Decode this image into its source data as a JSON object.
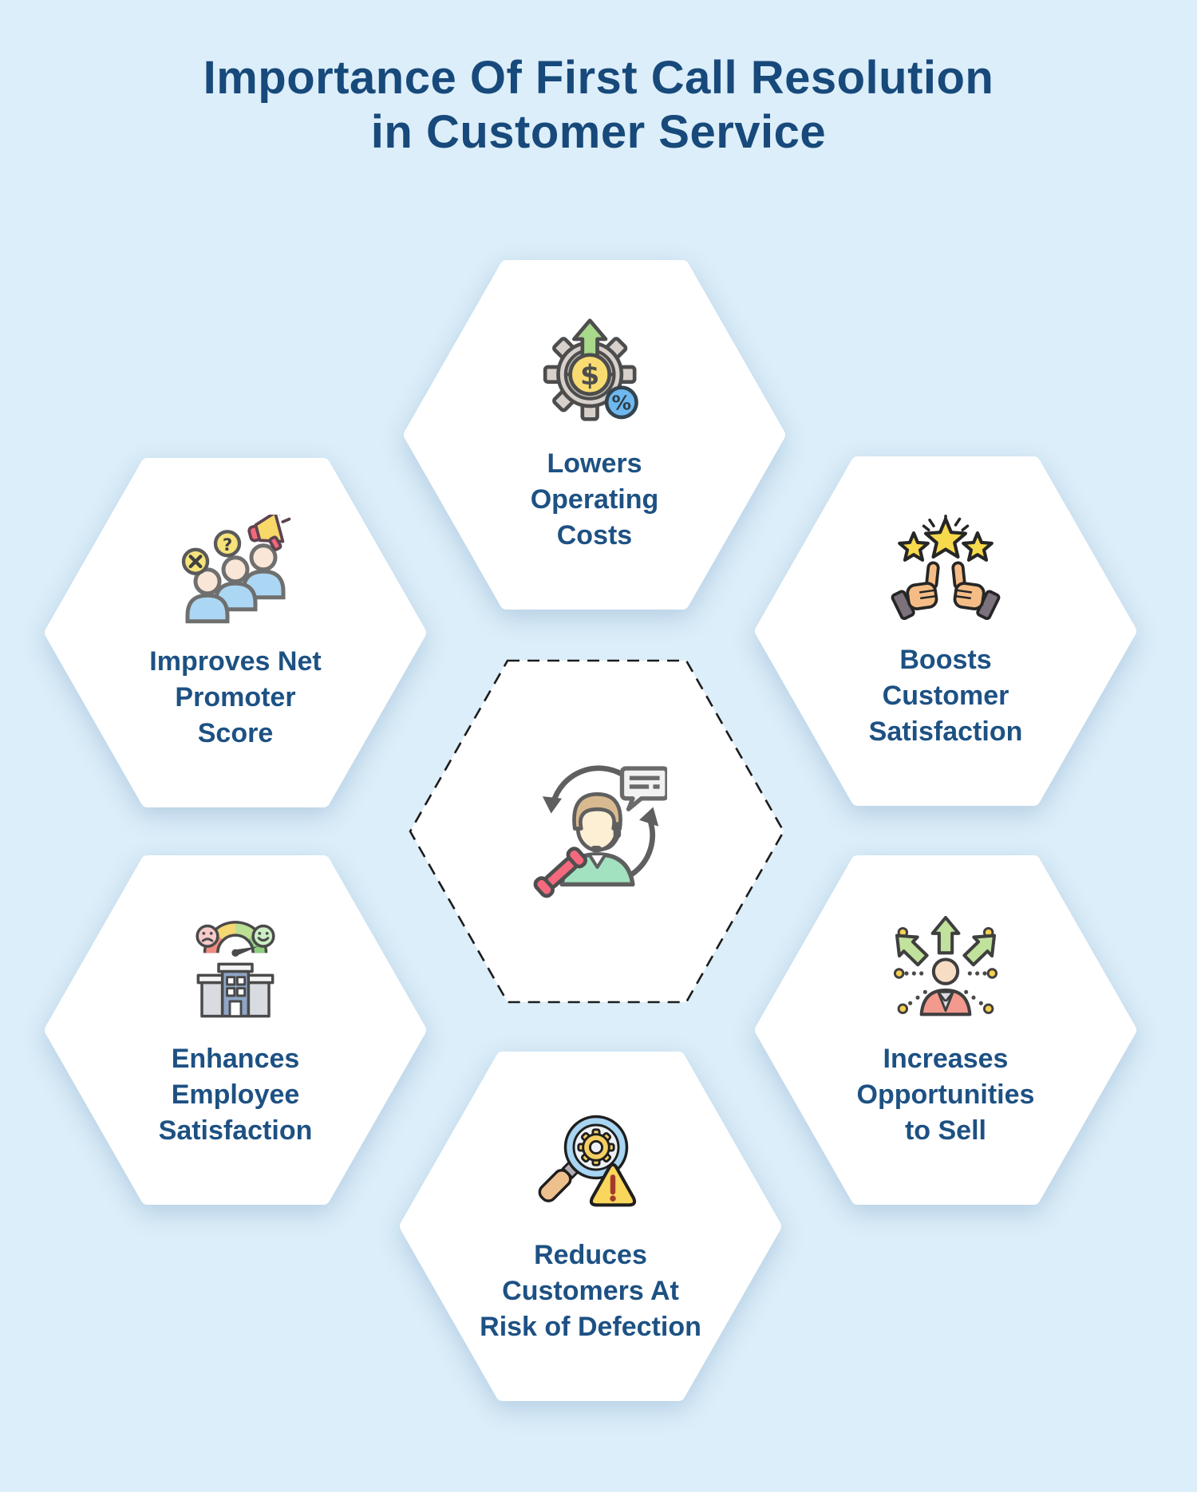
{
  "title": {
    "line1": "Importance Of First Call Resolution",
    "line2": "in Customer Service"
  },
  "colors": {
    "background": "#dceef9",
    "title_text": "#17497b",
    "label_text": "#1d5183",
    "hexagon_fill": "#ffffff",
    "dashed_border": "#1c1c1c",
    "accent_green": "#a9d98b",
    "accent_yellow": "#f7d94c",
    "accent_red": "#f2697a",
    "accent_blue": "#6fb8ef"
  },
  "hexagons": [
    {
      "id": "top",
      "icon": "cost-reduction-gear-icon",
      "label_lines": [
        "Lowers",
        "Operating",
        "Costs"
      ]
    },
    {
      "id": "top-left",
      "icon": "net-promoter-people-icon",
      "label_lines": [
        "Improves Net",
        "Promoter",
        "Score"
      ]
    },
    {
      "id": "top-right",
      "icon": "stars-thumbs-up-icon",
      "label_lines": [
        "Boosts",
        "Customer",
        "Satisfaction"
      ]
    },
    {
      "id": "bottom-left",
      "icon": "satisfaction-gauge-icon",
      "label_lines": [
        "Enhances",
        "Employee",
        "Satisfaction"
      ]
    },
    {
      "id": "bottom-right",
      "icon": "sales-opportunities-icon",
      "label_lines": [
        "Increases",
        "Opportunities",
        "to Sell"
      ]
    },
    {
      "id": "bottom",
      "icon": "risk-detection-magnifier-icon",
      "label_lines": [
        "Reduces",
        "Customers At",
        "Risk of Defection"
      ]
    }
  ],
  "center": {
    "icon": "call-agent-icon"
  }
}
